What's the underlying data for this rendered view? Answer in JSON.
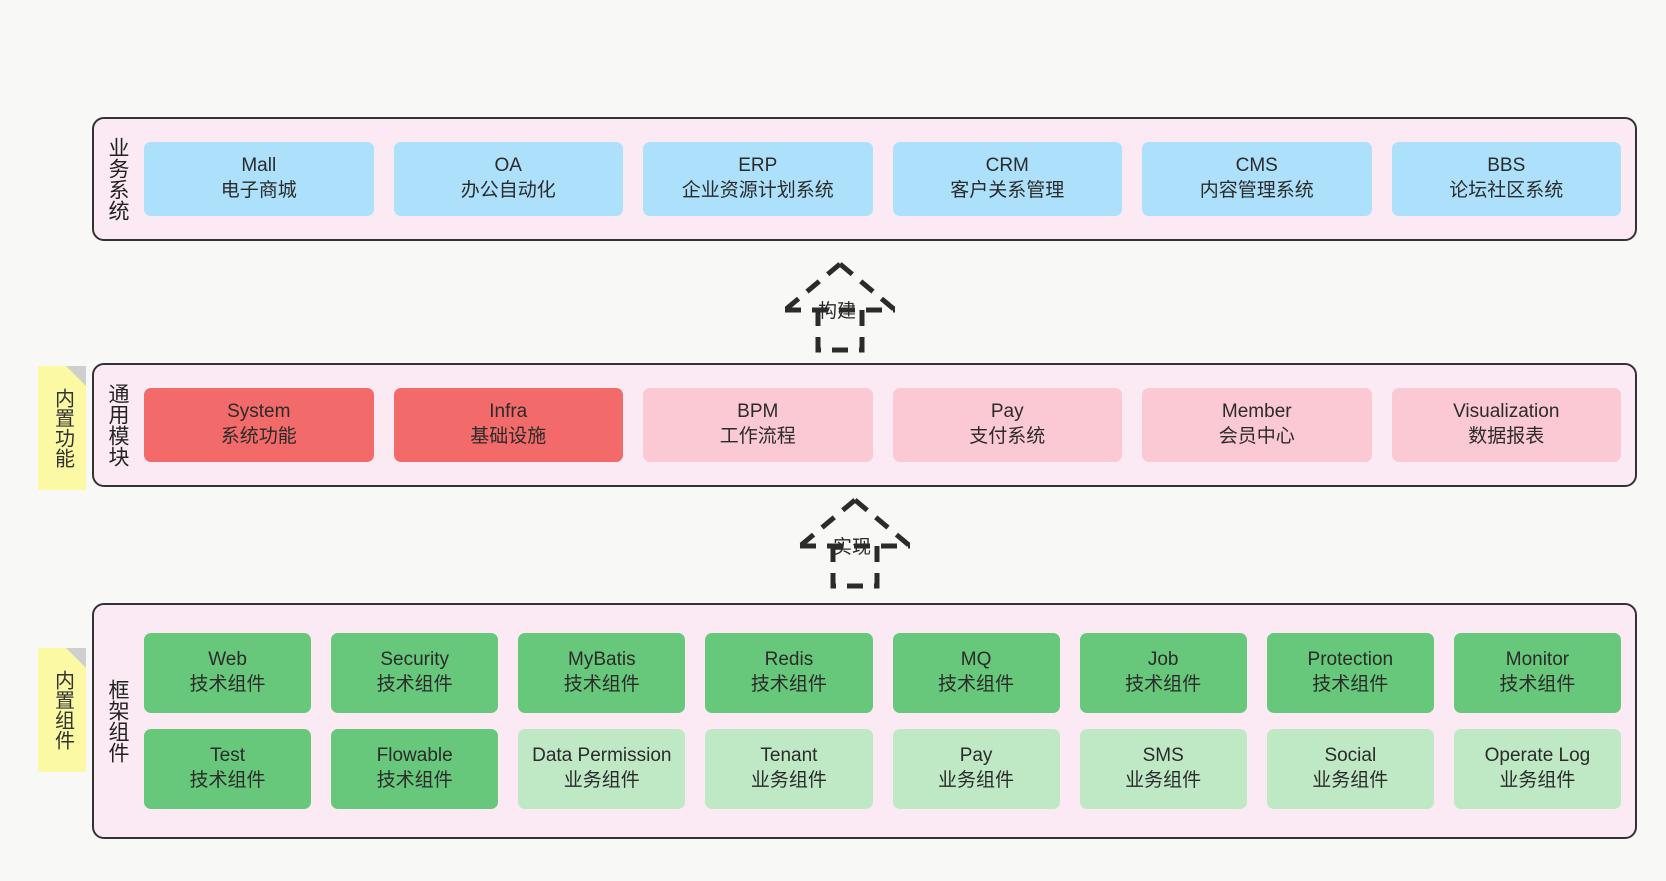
{
  "layers": [
    {
      "key": "business",
      "title": "业务系统",
      "rows": [
        {
          "cells": [
            {
              "en": "Mall",
              "cn": "电子商城",
              "color": "#ace0fb",
              "style": "c-blue"
            },
            {
              "en": "OA",
              "cn": "办公自动化",
              "color": "#ace0fb",
              "style": "c-blue"
            },
            {
              "en": "ERP",
              "cn": "企业资源计划系统",
              "color": "#ace0fb",
              "style": "c-blue"
            },
            {
              "en": "CRM",
              "cn": "客户关系管理",
              "color": "#ace0fb",
              "style": "c-blue"
            },
            {
              "en": "CMS",
              "cn": "内容管理系统",
              "color": "#ace0fb",
              "style": "c-blue"
            },
            {
              "en": "BBS",
              "cn": "论坛社区系统",
              "color": "#ace0fb",
              "style": "c-blue"
            }
          ]
        }
      ]
    },
    {
      "key": "common",
      "title": "通用模块",
      "sticky": "内置功能",
      "rows": [
        {
          "cells": [
            {
              "en": "System",
              "cn": "系统功能",
              "color": "#f26a6a",
              "style": "c-red"
            },
            {
              "en": "Infra",
              "cn": "基础设施",
              "color": "#f26a6a",
              "style": "c-red"
            },
            {
              "en": "BPM",
              "cn": "工作流程",
              "color": "#fbc9d3",
              "style": "c-pink"
            },
            {
              "en": "Pay",
              "cn": "支付系统",
              "color": "#fbc9d3",
              "style": "c-pink"
            },
            {
              "en": "Member",
              "cn": "会员中心",
              "color": "#fbc9d3",
              "style": "c-pink"
            },
            {
              "en": "Visualization",
              "cn": "数据报表",
              "color": "#fbc9d3",
              "style": "c-pink"
            }
          ]
        }
      ]
    },
    {
      "key": "framework",
      "title": "框架组件",
      "sticky": "内置组件",
      "rows": [
        {
          "cells": [
            {
              "en": "Web",
              "cn": "技术组件",
              "color": "#67c77a",
              "style": "c-green"
            },
            {
              "en": "Security",
              "cn": "技术组件",
              "color": "#67c77a",
              "style": "c-green"
            },
            {
              "en": "MyBatis",
              "cn": "技术组件",
              "color": "#67c77a",
              "style": "c-green"
            },
            {
              "en": "Redis",
              "cn": "技术组件",
              "color": "#67c77a",
              "style": "c-green"
            },
            {
              "en": "MQ",
              "cn": "技术组件",
              "color": "#67c77a",
              "style": "c-green"
            },
            {
              "en": "Job",
              "cn": "技术组件",
              "color": "#67c77a",
              "style": "c-green"
            },
            {
              "en": "Protection",
              "cn": "技术组件",
              "color": "#67c77a",
              "style": "c-green"
            },
            {
              "en": "Monitor",
              "cn": "技术组件",
              "color": "#67c77a",
              "style": "c-green"
            }
          ]
        },
        {
          "cells": [
            {
              "en": "Test",
              "cn": "技术组件",
              "color": "#67c77a",
              "style": "c-green"
            },
            {
              "en": "Flowable",
              "cn": "技术组件",
              "color": "#67c77a",
              "style": "c-green"
            },
            {
              "en": "Data Permission",
              "cn": "业务组件",
              "color": "#bfe8c5",
              "style": "c-lightgreen"
            },
            {
              "en": "Tenant",
              "cn": "业务组件",
              "color": "#bfe8c5",
              "style": "c-lightgreen"
            },
            {
              "en": "Pay",
              "cn": "业务组件",
              "color": "#bfe8c5",
              "style": "c-lightgreen"
            },
            {
              "en": "SMS",
              "cn": "业务组件",
              "color": "#bfe8c5",
              "style": "c-lightgreen"
            },
            {
              "en": "Social",
              "cn": "业务组件",
              "color": "#bfe8c5",
              "style": "c-lightgreen"
            },
            {
              "en": "Operate Log",
              "cn": "业务组件",
              "color": "#bfe8c5",
              "style": "c-lightgreen"
            }
          ]
        }
      ]
    }
  ],
  "arrows": [
    {
      "key": "build",
      "label": "构建"
    },
    {
      "key": "implement",
      "label": "实现"
    }
  ],
  "colors": {
    "band_background": "#fbeaf4",
    "band_border": "#333333",
    "sticky_background": "#fbf9a3",
    "page_background": "#f8f8f6",
    "arrow_stroke": "#2b2b2b"
  }
}
